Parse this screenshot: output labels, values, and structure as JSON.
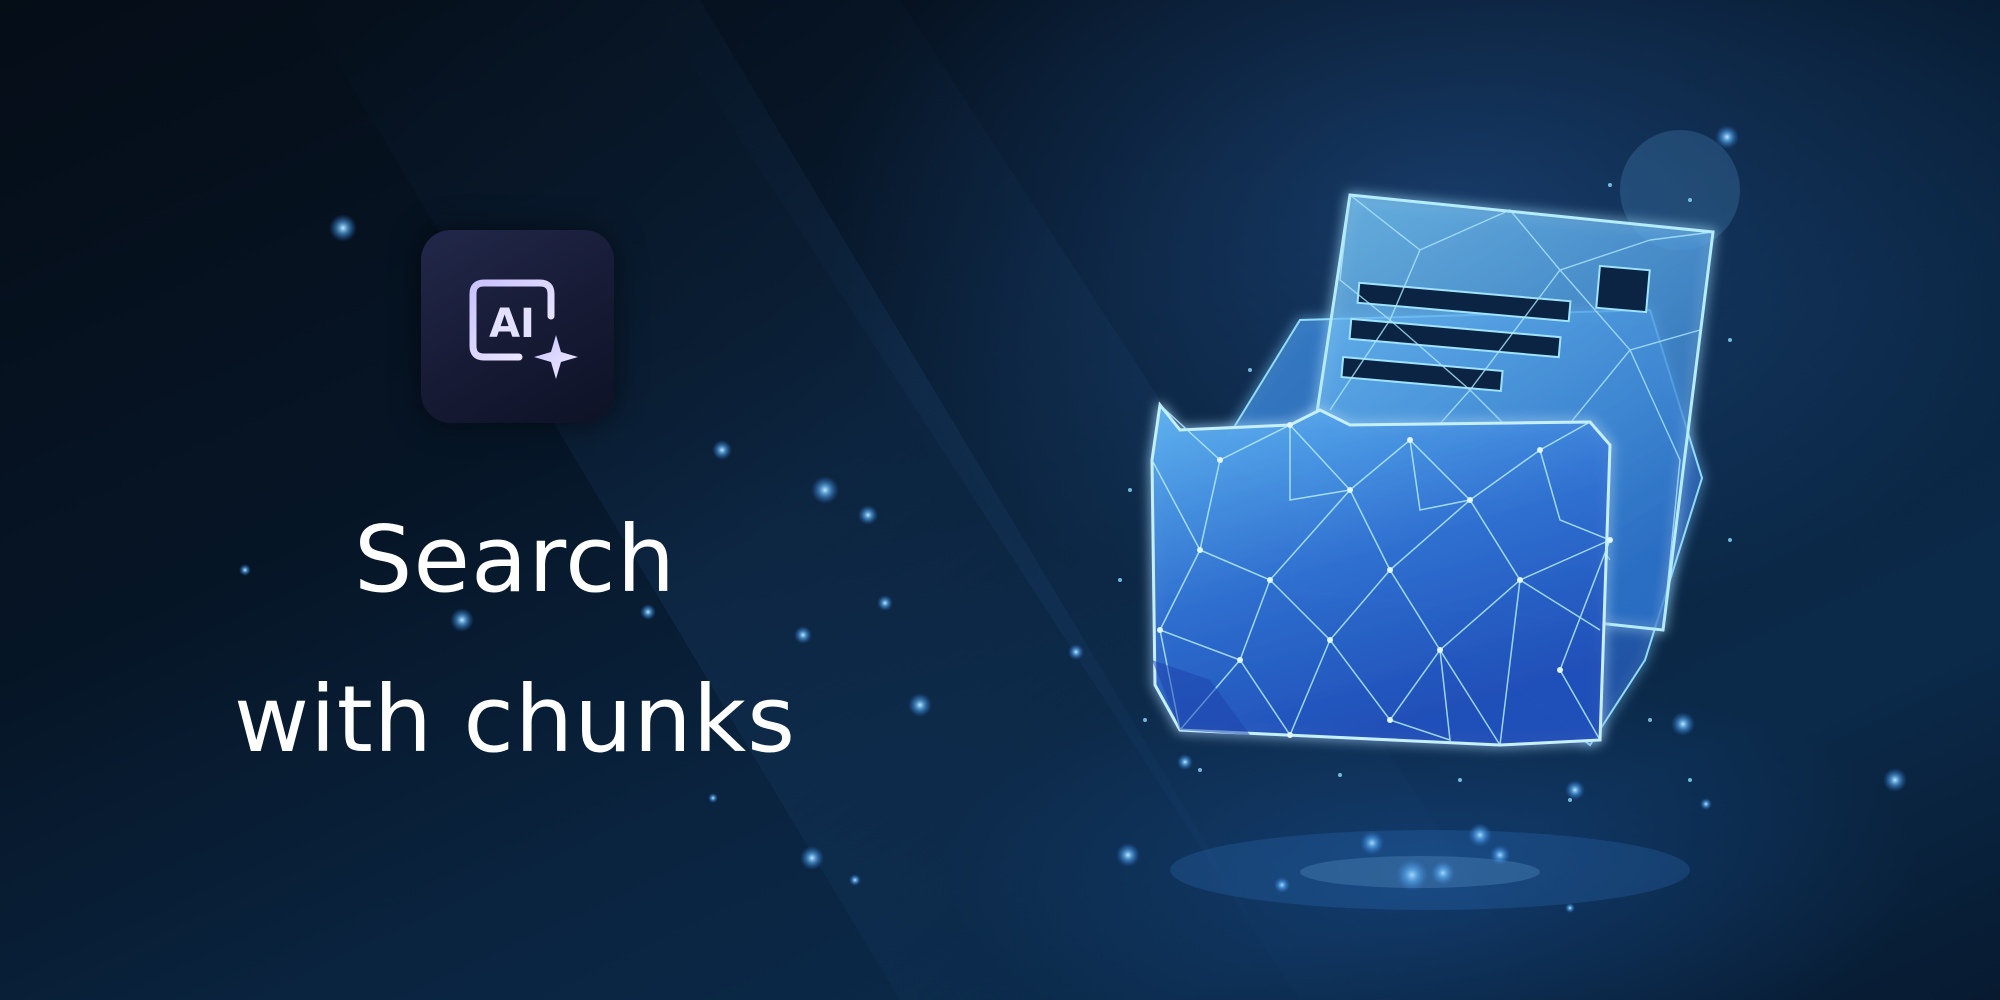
{
  "app_icon": {
    "name": "ai-sparkle-icon",
    "label": "AI"
  },
  "headline": {
    "line1": "Search",
    "line2": "with chunks"
  },
  "illustration": {
    "name": "polygonal-folder-with-document"
  },
  "colors": {
    "background_dark": "#02070f",
    "background_blue": "#0b2a4a",
    "accent_cyan": "#7fd3ff",
    "folder_blue": "#2f6fd0",
    "icon_lavender": "#d8d4ff",
    "headline_text": "#ffffff"
  }
}
